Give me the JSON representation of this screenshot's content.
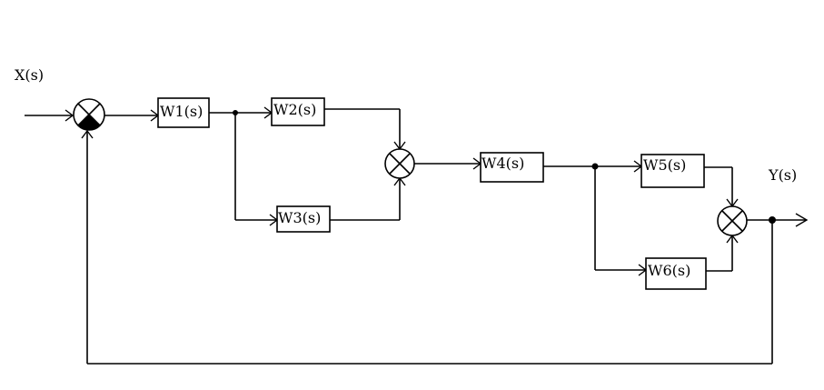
{
  "signals": {
    "input": "X(s)",
    "output": "Y(s)"
  },
  "blocks": {
    "w1": "W1(s)",
    "w2": "W2(s)",
    "w3": "W3(s)",
    "w4": "W4(s)",
    "w5": "W5(s)",
    "w6": "W6(s)"
  },
  "colors": {
    "line": "#000000",
    "background": "#ffffff"
  }
}
